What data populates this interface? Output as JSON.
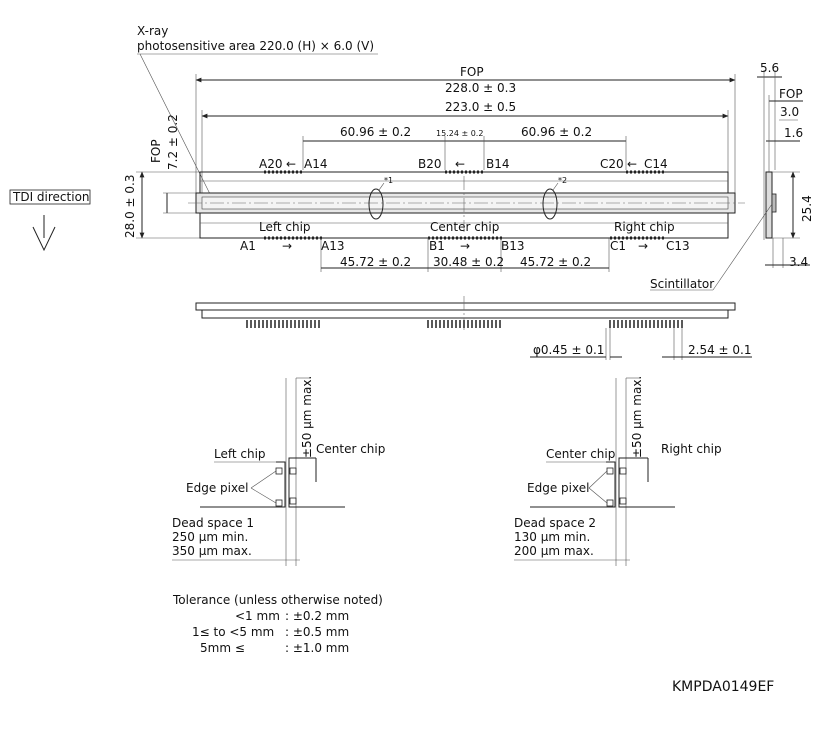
{
  "top_view": {
    "xray_label": "X-ray",
    "photosensitive_area": "photosensitive area 220.0 (H) × 6.0 (V)",
    "fop_label_overall": "FOP",
    "dim_overall": "228.0 ± 0.3",
    "dim_inner": "223.0 ± 0.5",
    "dim_top_left": "60.96 ± 0.2",
    "dim_top_mid": "15.24 ± 0.2",
    "dim_top_right": "60.96 ± 0.2",
    "fop_left_label": "FOP",
    "fop_left_dim": "7.2 ± 0.2",
    "height_dim": "28.0 ± 0.3",
    "tdi_direction": "TDI direction",
    "pin_a20": "A20",
    "pin_a14": "A14",
    "pin_b20": "B20",
    "pin_b14": "B14",
    "pin_c20": "C20",
    "pin_c14": "C14",
    "pin_a1": "A1",
    "pin_a13": "A13",
    "pin_b1": "B1",
    "pin_b13": "B13",
    "pin_c1": "C1",
    "pin_c13": "C13",
    "arrow_left": "←",
    "arrow_right": "→",
    "left_chip": "Left chip",
    "center_chip": "Center chip",
    "right_chip": "Right chip",
    "note_1": "*1",
    "note_2": "*2",
    "dim_bottom_left": "45.72 ± 0.2",
    "dim_bottom_mid": "30.48 ± 0.2",
    "dim_bottom_right": "45.72 ± 0.2"
  },
  "side_view": {
    "dim_5_6": "5.6",
    "fop_label": "FOP",
    "dim_3_0": "3.0",
    "dim_1_6": "1.6",
    "dim_25_4": "25.4",
    "dim_3_4": "3.4",
    "scintillator": "Scintillator"
  },
  "pin_view": {
    "pin_diameter": "φ0.45 ± 0.1",
    "pin_pitch": "2.54 ± 0.1"
  },
  "detail_1": {
    "gap_max": "±50 μm max.",
    "left_chip": "Left chip",
    "center_chip": "Center chip",
    "edge_pixel": "Edge pixel",
    "dead_space_title": "Dead space 1",
    "dead_space_min": "250 μm min.",
    "dead_space_max": "350 μm max."
  },
  "detail_2": {
    "gap_max": "±50 μm max.",
    "left_chip": "Center chip",
    "center_chip": "Right chip",
    "edge_pixel": "Edge pixel",
    "dead_space_title": "Dead space 2",
    "dead_space_min": "130 μm min.",
    "dead_space_max": "200 μm max."
  },
  "tolerance": {
    "title": "Tolerance (unless otherwise noted)",
    "row1_range": "<1 mm",
    "row1_value": ": ±0.2 mm",
    "row2_range": "1≤  to  <5 mm",
    "row2_value": ": ±0.5 mm",
    "row3_range": "5mm ≤",
    "row3_value": ": ±1.0 mm"
  },
  "drawing_code": "KMPDA0149EF"
}
